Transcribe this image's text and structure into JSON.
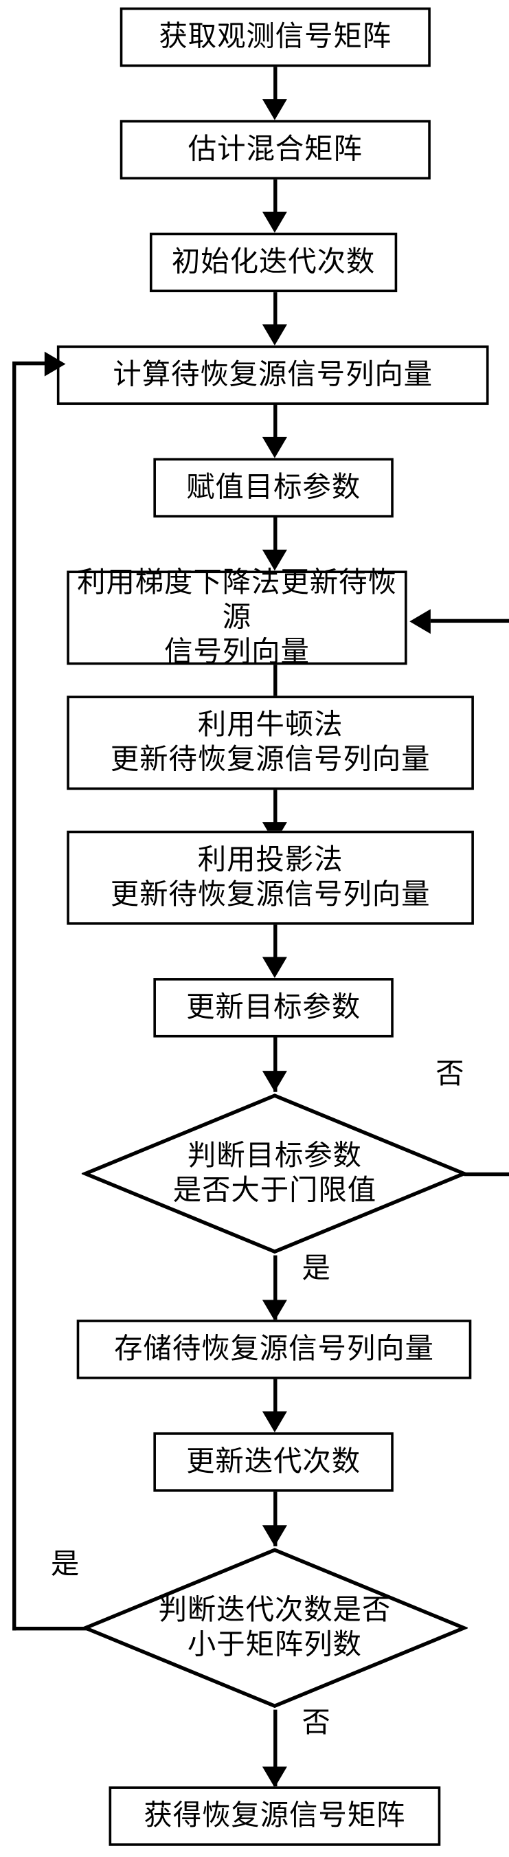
{
  "diagram": {
    "type": "flowchart",
    "orientation": "top-to-bottom",
    "colors": {
      "stroke": "#000000",
      "fill": "#ffffff",
      "text": "#000000"
    },
    "nodes": [
      {
        "id": "n1",
        "shape": "process",
        "label": "获取观测信号矩阵"
      },
      {
        "id": "n2",
        "shape": "process",
        "label": "估计混合矩阵"
      },
      {
        "id": "n3",
        "shape": "process",
        "label": "初始化迭代次数"
      },
      {
        "id": "n4",
        "shape": "process",
        "label": "计算待恢复源信号列向量"
      },
      {
        "id": "n5",
        "shape": "process",
        "label": "赋值目标参数"
      },
      {
        "id": "n6",
        "shape": "process",
        "label": "利用梯度下降法更新待恢源\n信号列向量"
      },
      {
        "id": "n7",
        "shape": "process",
        "label": "利用牛顿法\n更新待恢复源信号列向量"
      },
      {
        "id": "n8",
        "shape": "process",
        "label": "利用投影法\n更新待恢复源信号列向量"
      },
      {
        "id": "n9",
        "shape": "process",
        "label": "更新目标参数"
      },
      {
        "id": "n10",
        "shape": "decision",
        "label": "判断目标参数\n是否大于门限值"
      },
      {
        "id": "n11",
        "shape": "process",
        "label": "存储待恢复源信号列向量"
      },
      {
        "id": "n12",
        "shape": "process",
        "label": "更新迭代次数"
      },
      {
        "id": "n13",
        "shape": "decision",
        "label": "判断迭代次数是否\n小于矩阵列数"
      },
      {
        "id": "n14",
        "shape": "process",
        "label": "获得恢复源信号矩阵"
      }
    ],
    "edge_labels": {
      "decision1_no": "否",
      "decision1_yes": "是",
      "decision2_yes": "是",
      "decision2_no": "否"
    }
  }
}
